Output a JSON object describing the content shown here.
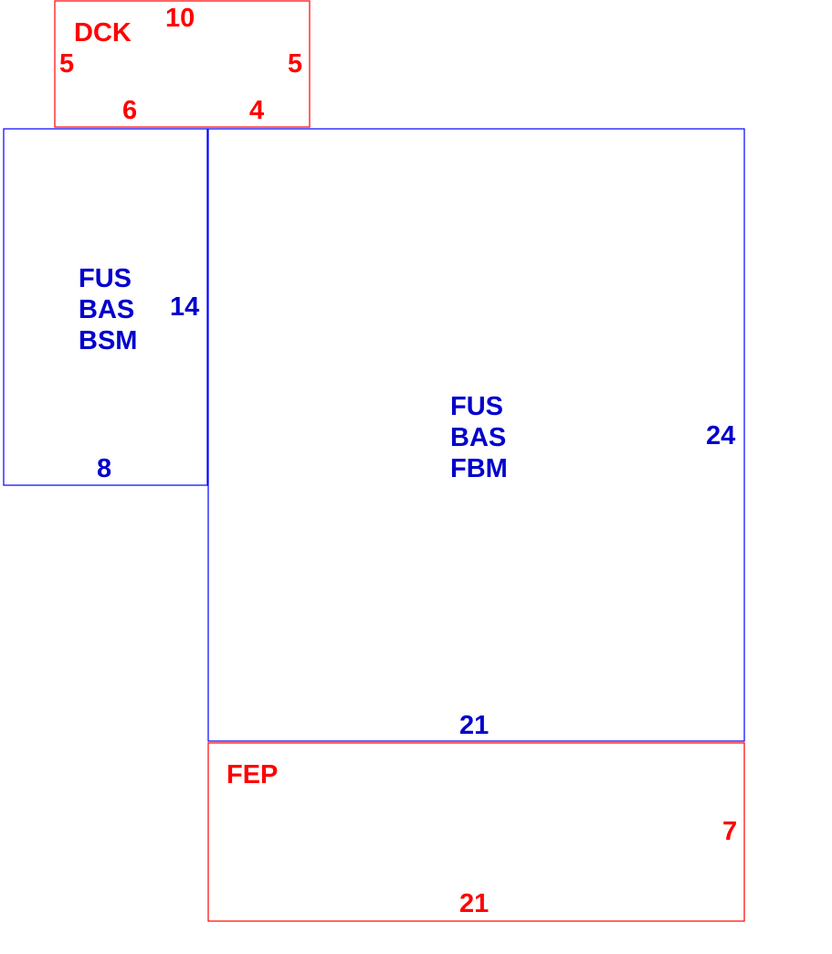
{
  "colors": {
    "blue": "#0000cc",
    "red": "#ff0000",
    "blue_line": "#0000ff",
    "red_line": "#ff0000"
  },
  "areas": {
    "dck": {
      "code": "DCK",
      "dim_top": "10",
      "dim_left": "5",
      "dim_right": "5",
      "dim_bottom_left": "6",
      "dim_bottom_right": "4"
    },
    "left_room": {
      "code_1": "FUS",
      "code_2": "BAS",
      "code_3": "BSM",
      "dim_side": "14",
      "dim_bottom": "8"
    },
    "main_room": {
      "code_1": "FUS",
      "code_2": "BAS",
      "code_3": "FBM",
      "dim_side": "24",
      "dim_bottom": "21"
    },
    "fep": {
      "code": "FEP",
      "dim_side": "7",
      "dim_bottom": "21"
    }
  }
}
